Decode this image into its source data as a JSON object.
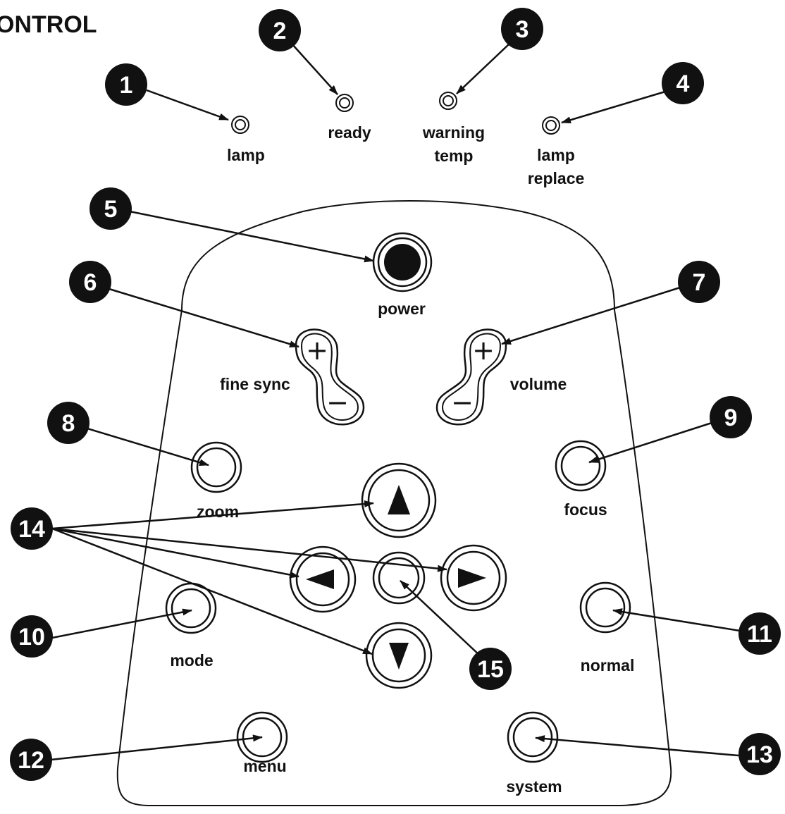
{
  "heading": "ONTROL",
  "indicators": {
    "lamp": "lamp",
    "ready": "ready",
    "warning_temp_line1": "warning",
    "warning_temp_line2": "temp",
    "lamp_replace_line1": "lamp",
    "lamp_replace_line2": "replace"
  },
  "buttons": {
    "power": "power",
    "fine_sync": "fine sync",
    "volume": "volume",
    "zoom": "zoom",
    "focus": "focus",
    "mode": "mode",
    "normal": "normal",
    "menu": "menu",
    "system": "system"
  },
  "glyphs": {
    "plus": "+",
    "minus": "−"
  },
  "callouts": [
    "1",
    "2",
    "3",
    "4",
    "5",
    "6",
    "7",
    "8",
    "9",
    "10",
    "11",
    "12",
    "13",
    "14",
    "15"
  ],
  "colors": {
    "ink": "#111111",
    "paper": "#ffffff"
  }
}
